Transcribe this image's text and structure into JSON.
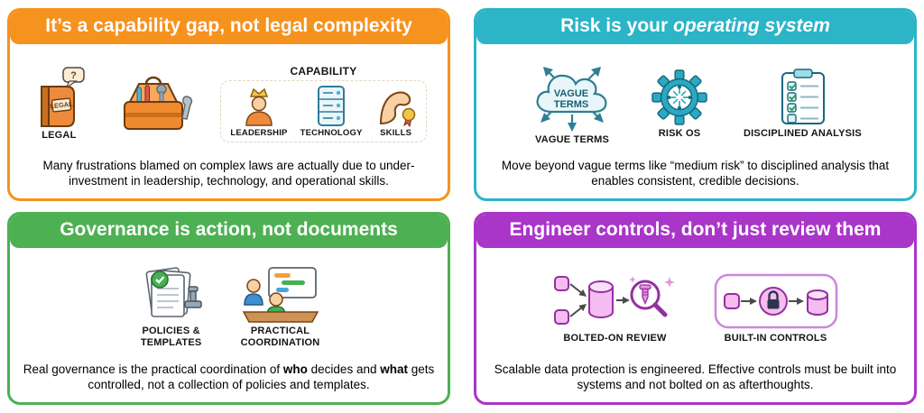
{
  "colors": {
    "orange": "#F6921E",
    "teal": "#2CB4C7",
    "green": "#4DB052",
    "purple": "#A935C9"
  },
  "cards": {
    "capability": {
      "title": "It’s a capability gap, not legal complexity",
      "bubble_text": "?",
      "book_text": "LEGAL",
      "legal_label": "LEGAL",
      "capability_label": "CAPABILITY",
      "leadership_label": "LEADERSHIP",
      "technology_label": "TECHNOLOGY",
      "skills_label": "SKILLS",
      "caption": "Many frustrations blamed on complex laws are actually due to under-investment in leadership, technology, and operational skills."
    },
    "risk": {
      "title_prefix": "Risk is your ",
      "title_italic": "operating system",
      "cloud_line1": "VAGUE",
      "cloud_line2": "TERMS",
      "vague_label": "VAGUE TERMS",
      "risk_os_label": "RISK OS",
      "analysis_label": "DISCIPLINED ANALYSIS",
      "caption": "Move beyond vague terms like “medium risk” to disciplined analysis that enables consistent, credible decisions."
    },
    "governance": {
      "title": "Governance is action, not documents",
      "policies_label_line1": "POLICIES &",
      "policies_label_line2": "TEMPLATES",
      "coordination_label_line1": "PRACTICAL",
      "coordination_label_line2": "COORDINATION",
      "caption_part1": "Real governance is the practical coordination of ",
      "caption_bold1": "who",
      "caption_part2": " decides and ",
      "caption_bold2": "what",
      "caption_part3": " gets controlled, not a collection of policies and templates."
    },
    "controls": {
      "title": "Engineer controls, don’t just review them",
      "bolted_label": "BOLTED-ON REVIEW",
      "builtin_label": "BUILT-IN CONTROLS",
      "caption": "Scalable data protection is engineered. Effective controls must be built into systems and not bolted on as afterthoughts."
    }
  }
}
